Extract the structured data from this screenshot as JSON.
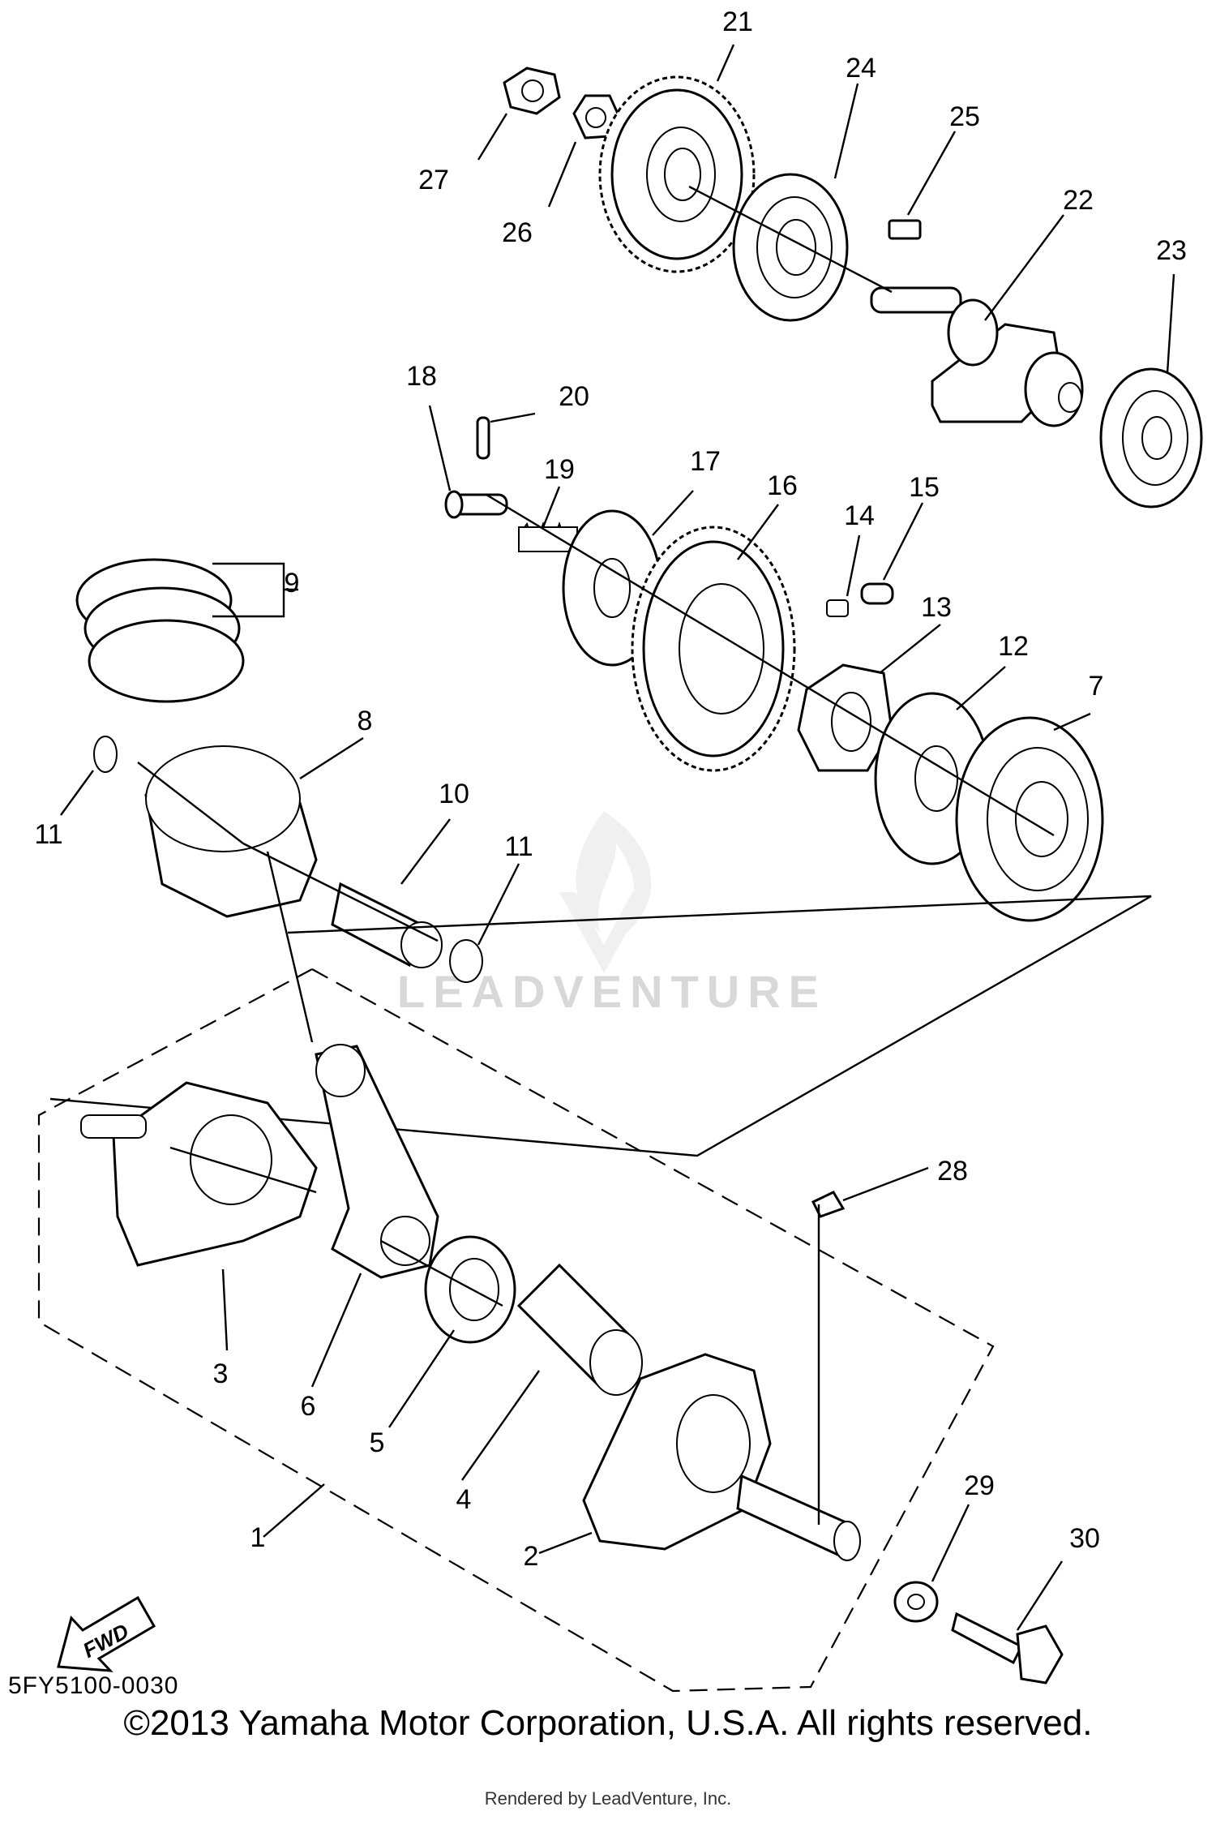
{
  "diagram": {
    "callouts": [
      "1",
      "2",
      "3",
      "4",
      "5",
      "6",
      "7",
      "8",
      "9",
      "10",
      "11",
      "11",
      "12",
      "13",
      "14",
      "15",
      "16",
      "17",
      "18",
      "19",
      "20",
      "21",
      "22",
      "23",
      "24",
      "25",
      "26",
      "27",
      "28",
      "29",
      "30"
    ],
    "fwd_label": "FWD",
    "diagram_code": "5FY5100-0030",
    "copyright": "©2013 Yamaha Motor Corporation, U.S.A. All rights reserved.",
    "rendered_by": "Rendered by LeadVenture, Inc.",
    "watermark": "LEADVENTURE"
  }
}
